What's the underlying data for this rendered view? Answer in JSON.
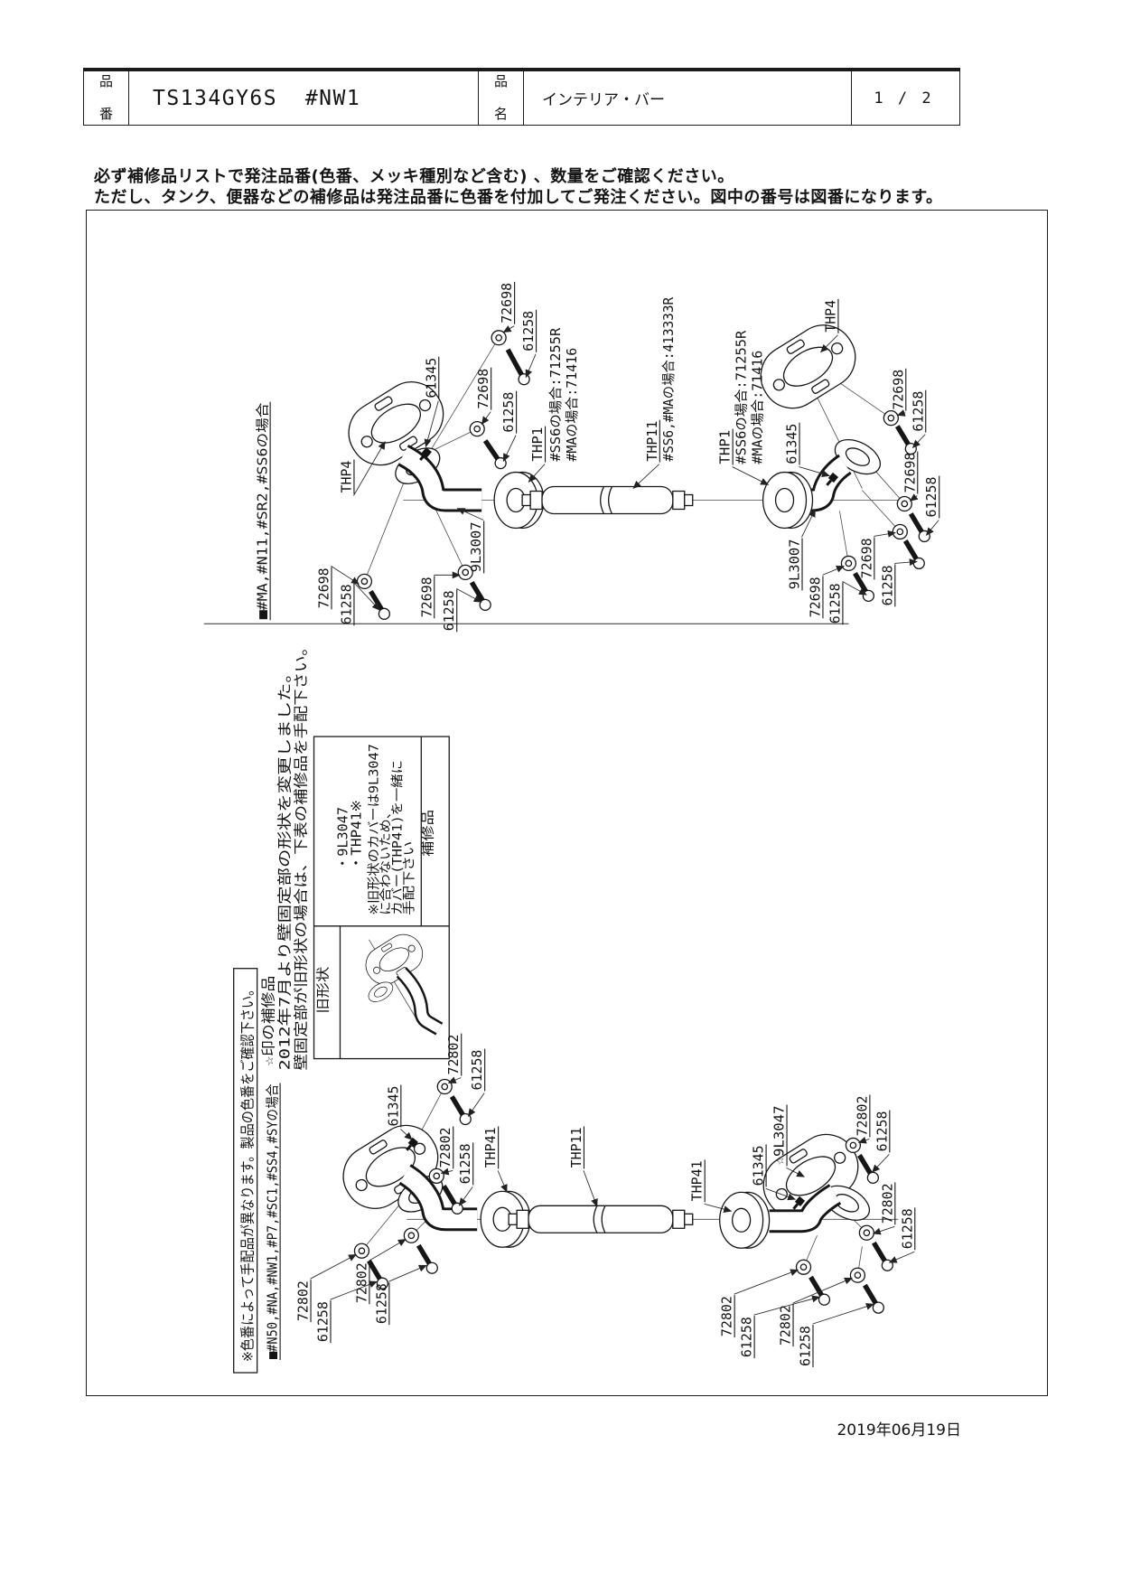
{
  "header": {
    "no_label": [
      "品",
      "番"
    ],
    "product_no": "TS134GY6S  #NW1",
    "name_label": [
      "品",
      "名"
    ],
    "product_name": "インテリア・バー",
    "page": "1 / 2"
  },
  "notice": {
    "line1": "必ず補修品リストで発注品番(色番、メッキ種別など含む) 、数量をご確認ください。",
    "line2": "ただし、タンク、便器などの補修品は発注品番に色番を付加してご発注ください。図中の番号は図番になります。"
  },
  "diagram_top": {
    "variant": "■#MA,#N11,#SR2,#SS6の場合",
    "labels": {
      "screw": "72698",
      "bolt": "61258",
      "setscrew": "61345",
      "elbow": "9L3007",
      "flange": "THP4",
      "cover": "THP1",
      "cover_note1": "#SS6の場合:71255R",
      "cover_note2": "#MAの場合:71416",
      "bar": "THP11",
      "bar_note": "#SS6,#MAの場合:413333R"
    }
  },
  "diagram_bottom": {
    "variant": "■#N50,#NA,#NW1,#P7,#SC1,#SS4,#SYの場合",
    "color_note": "※色番によって手配品が異なります。製品の色番をご確認下さい。",
    "star_note1": "☆印の補修品",
    "star_note2": "2012年7月より壁固定部の形状を変更しました。",
    "star_note3": "壁固定部が旧形状の場合は、下表の補修品を手配下さい。",
    "table": {
      "header_old": "旧形状",
      "header_parts": "補修品",
      "item1": "・9L3047",
      "item2": "・THP41※",
      "note1": "※旧形状のカバーは9L3047",
      "note2": "に合わないため、",
      "note3": "カバー(THP41)を一緒に",
      "note4": "手配下さい"
    },
    "labels": {
      "screw": "72802",
      "bolt": "61258",
      "setscrew": "61345",
      "elbow": "☆9L3047",
      "cover": "THP41",
      "bar": "THP11"
    }
  },
  "footer": {
    "date": "2019年06月19日"
  }
}
